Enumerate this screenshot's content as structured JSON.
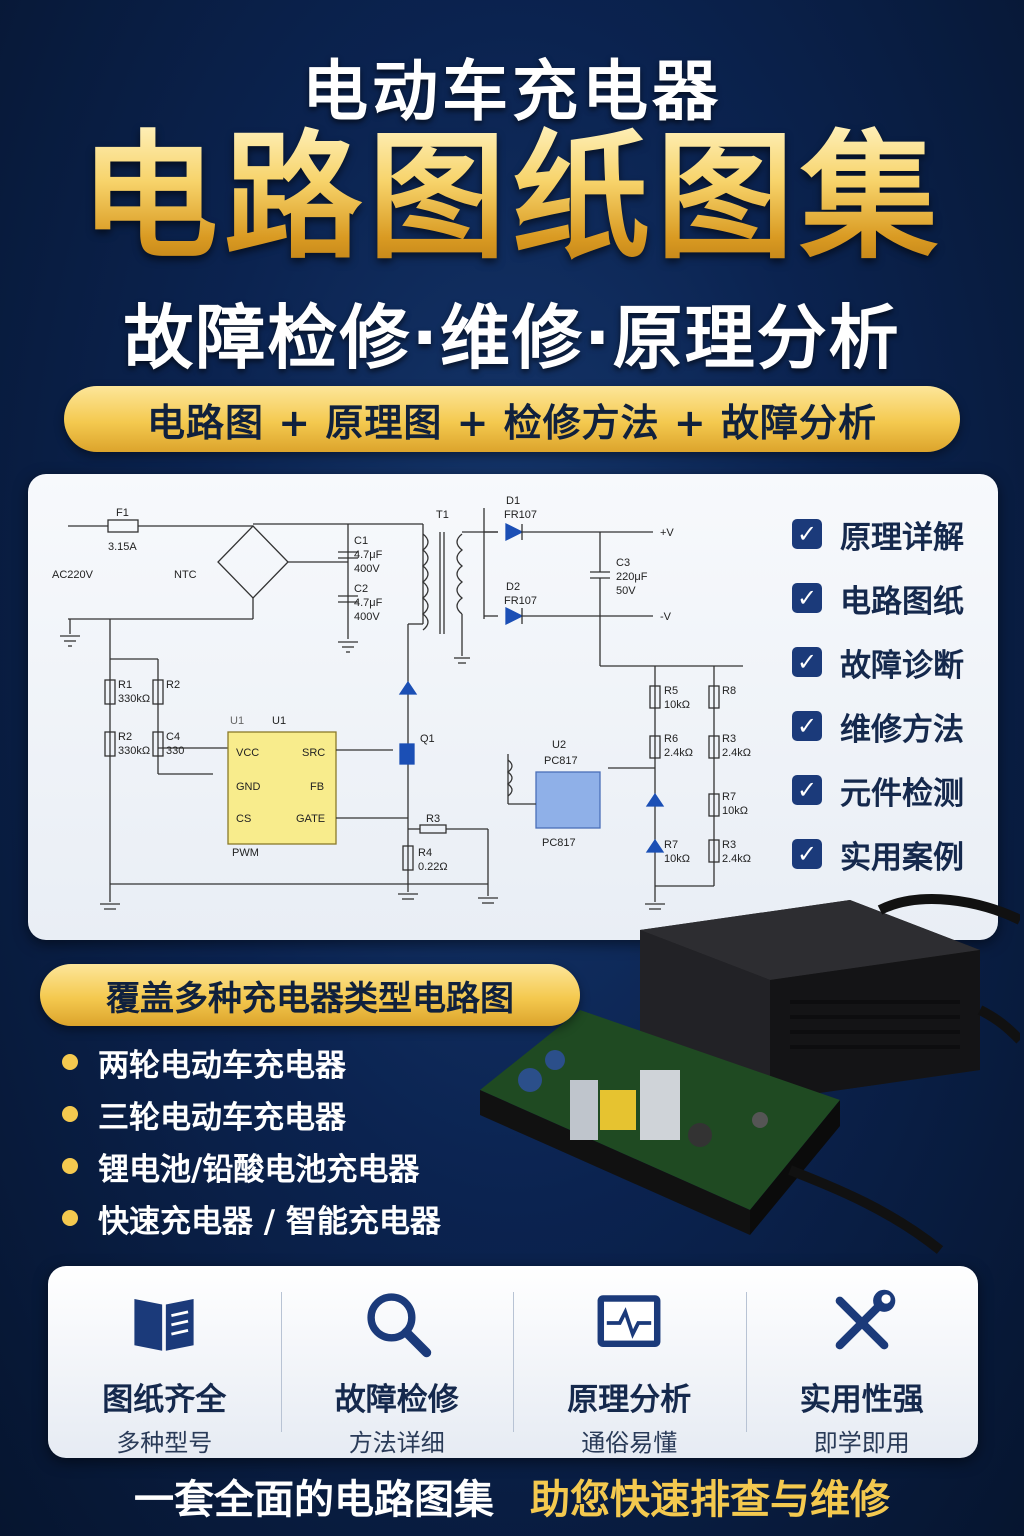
{
  "header": {
    "line1": "电动车充电器",
    "line2": "电路图纸图集",
    "line3": "故障检修·维修·原理分析"
  },
  "pill": "电路图 + 原理图 + 检修方法 + 故障分析",
  "schematic": {
    "labels": {
      "f1": "F1",
      "f1_val": "3.15A",
      "ac": "AC220V",
      "ntc": "NTC",
      "c1": "C1",
      "c1_val1": "4.7μF",
      "c1_val2": "400V",
      "c2": "C2",
      "c2_val1": "4.7μF",
      "c2_val2": "400V",
      "t1": "T1",
      "d1": "D1",
      "d1_val": "FR107",
      "d2": "D2",
      "d2_val": "FR107",
      "pos": "+V",
      "neg": "-V",
      "c3": "C3",
      "c3_val1": "220μF",
      "c3_val2": "50V",
      "r1": "R1",
      "r1_val": "330kΩ",
      "r2": "R2",
      "r2_val": "330kΩ",
      "r3a": "R2",
      "c4": "C4",
      "c4_val": "330",
      "u1a": "U1",
      "u1b": "U1",
      "vcc": "VCC",
      "gnd": "GND",
      "cs": "CS",
      "src": "SRC",
      "fb": "FB",
      "gate": "GATE",
      "pwm": "PWM",
      "q1": "Q1",
      "r3": "R3",
      "r4": "R4",
      "r4_val": "0.22Ω",
      "u2": "U2",
      "u2_val": "PC817",
      "u2_bottom": "PC817",
      "r5": "R5",
      "r5_val": "10kΩ",
      "r6": "R6",
      "r6_val": "2.4kΩ",
      "r7": "R7",
      "r7_val": "10kΩ",
      "r8": "R8",
      "r3b": "R3",
      "r3b_val": "2.4kΩ",
      "r7b": "R7",
      "r7b_val": "10kΩ",
      "r3c": "R3",
      "r3c_val": "2.4kΩ"
    }
  },
  "checklist": [
    "原理详解",
    "电路图纸",
    "故障诊断",
    "维修方法",
    "元件检测",
    "实用案例"
  ],
  "types_title": "覆盖多种充电器类型电路图",
  "types": [
    "两轮电动车充电器",
    "三轮电动车充电器",
    "锂电池/铅酸电池充电器",
    "快速充电器 / 智能充电器"
  ],
  "features": [
    {
      "icon": "book-icon",
      "title": "图纸齐全",
      "sub": "多种型号"
    },
    {
      "icon": "magnifier-icon",
      "title": "故障检修",
      "sub": "方法详细"
    },
    {
      "icon": "waveform-monitor-icon",
      "title": "原理分析",
      "sub": "通俗易懂"
    },
    {
      "icon": "wrench-screwdriver-icon",
      "title": "实用性强",
      "sub": "即学即用"
    }
  ],
  "footer": {
    "left": "一套全面的电路图集",
    "right": "助您快速排查与维修"
  },
  "colors": {
    "navy": "#0b2350",
    "gold": "#f4c94f",
    "icon_blue": "#1b3a7a"
  }
}
